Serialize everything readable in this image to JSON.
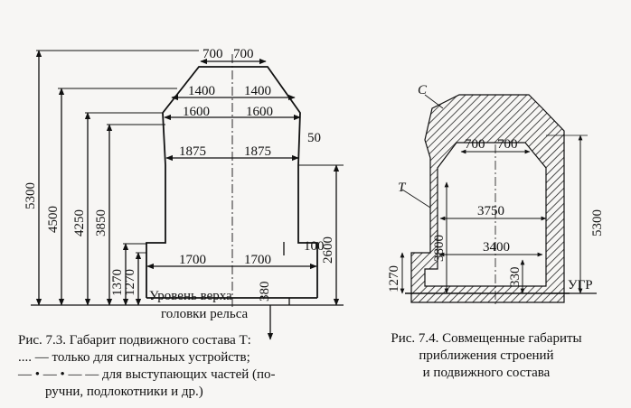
{
  "figure_7_3": {
    "dimensions": [
      "700",
      "700",
      "1400",
      "1400",
      "1600",
      "1600",
      "1875",
      "1875",
      "50",
      "5300",
      "4500",
      "4250",
      "3850",
      "2600",
      "1370",
      "1270",
      "1700",
      "1700",
      "100",
      "380"
    ],
    "rail_label_line1": "Уровень верха",
    "rail_label_line2": "головки рельса",
    "caption": {
      "line1": "Рис. 7.3. Габарит подвижного состава Т:",
      "line2": ".... — только для сигнальных устройств;",
      "line3": "— • — • — — для выступающих частей (по-",
      "line4": "ручни, подлокотники и др.)"
    }
  },
  "figure_7_4": {
    "label_c": "С",
    "label_t": "Т",
    "dimensions": [
      "700",
      "700",
      "3750",
      "3400",
      "5300",
      "3800",
      "1270",
      "330"
    ],
    "level_label": "УГР",
    "caption": {
      "line1": "Рис. 7.4. Совмещенные габариты",
      "line2": "приближения строений",
      "line3": "и подвижного состава"
    }
  },
  "colors": {
    "ink": "#111111",
    "paper": "#f7f6f4"
  }
}
